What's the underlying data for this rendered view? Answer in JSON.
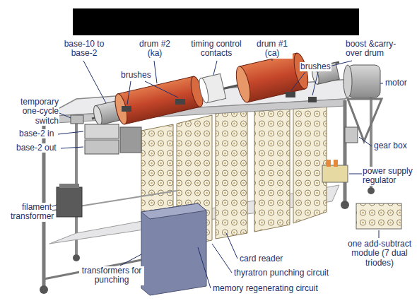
{
  "diagram": {
    "labels": [
      "base-10 to base-2",
      "drum #2 (ka)",
      "timing control contacts",
      "drum #1 (ca)",
      "boost &carry-over drum",
      "brushes",
      "brushes",
      "motor",
      "temporary one-cycle switch",
      "base-2 in",
      "base-2 out",
      "gear box",
      "power supply regulator",
      "filament transformer",
      "transformers for punching",
      "card reader",
      "thyratron punching circuit",
      "memory regenerating circuit",
      "one add-subtract module (7 dual triodes)"
    ]
  }
}
